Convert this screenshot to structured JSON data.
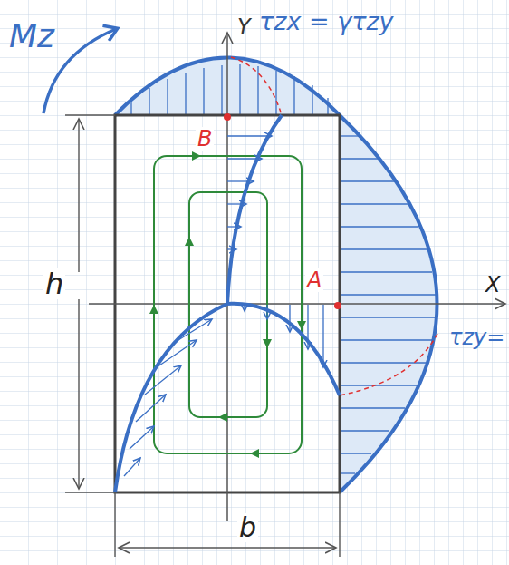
{
  "diagram": {
    "labels": [
      "Mz",
      "Y",
      "τzx = γτzy",
      "B",
      "h",
      "A",
      "X",
      "τzy=",
      "b"
    ]
  }
}
